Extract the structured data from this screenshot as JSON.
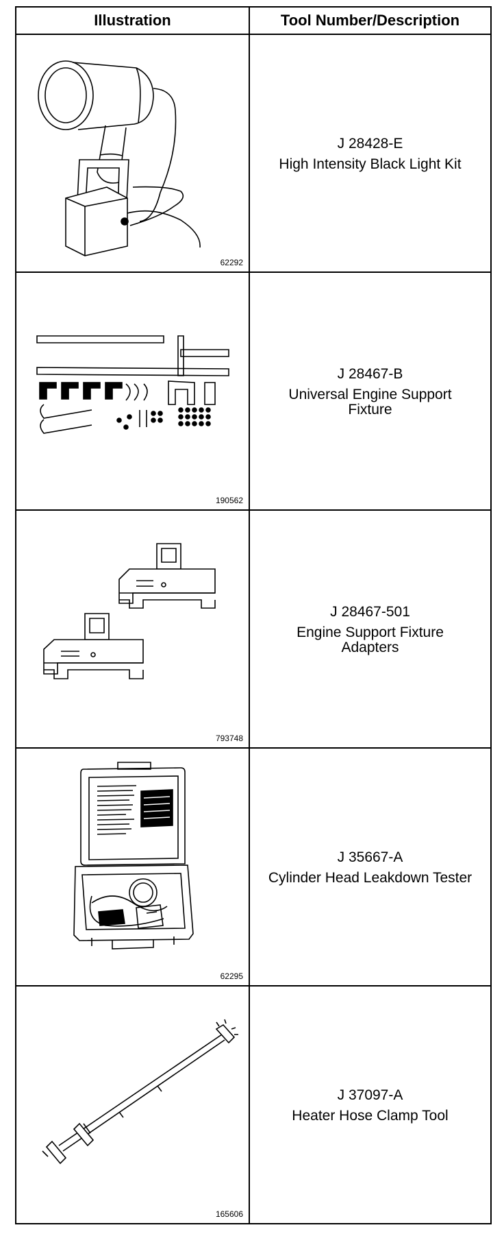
{
  "table": {
    "header": {
      "illustration": "Illustration",
      "description": "Tool Number/Description"
    },
    "rows": [
      {
        "tool_number": "J 28428-E",
        "description": "High Intensity Black Light Kit",
        "figure_number": "62292",
        "illustration": "black-light-kit-drawing"
      },
      {
        "tool_number": "J 28467-B",
        "description": "Universal Engine Support Fixture",
        "figure_number": "190562",
        "illustration": "engine-support-fixture-drawing"
      },
      {
        "tool_number": "J 28467-501",
        "description": "Engine Support Fixture Adapters",
        "figure_number": "793748",
        "illustration": "fixture-adapters-drawing"
      },
      {
        "tool_number": "J 35667-A",
        "description": "Cylinder Head Leakdown Tester",
        "figure_number": "62295",
        "illustration": "leakdown-tester-case-drawing"
      },
      {
        "tool_number": "J 37097-A",
        "description": "Heater Hose Clamp Tool",
        "figure_number": "165606",
        "illustration": "hose-clamp-tool-drawing"
      }
    ]
  }
}
